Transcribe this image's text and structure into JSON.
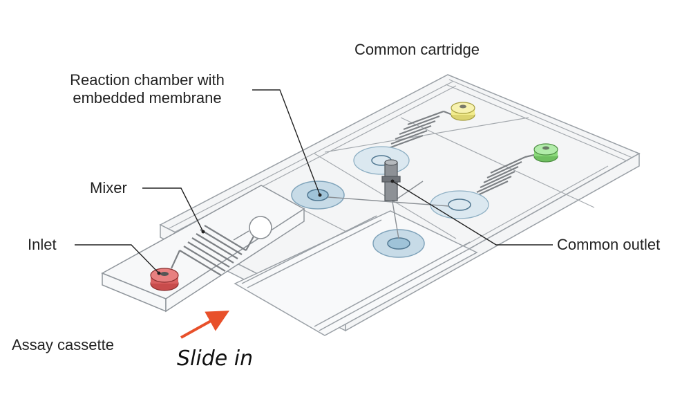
{
  "labels": {
    "common_cartridge": "Common cartridge",
    "reaction_chamber_line1": "Reaction chamber with",
    "reaction_chamber_line2": "embedded membrane",
    "mixer": "Mixer",
    "inlet": "Inlet",
    "common_outlet": "Common outlet",
    "assay_cassette": "Assay cassette",
    "slide_in": "Slide in"
  },
  "colors": {
    "inlet_red": "#d96060",
    "port_yellow": "#f2ec8c",
    "port_green": "#8ad97a",
    "chamber_blue": "#9fc3d8",
    "arrow_red": "#e8502a"
  }
}
